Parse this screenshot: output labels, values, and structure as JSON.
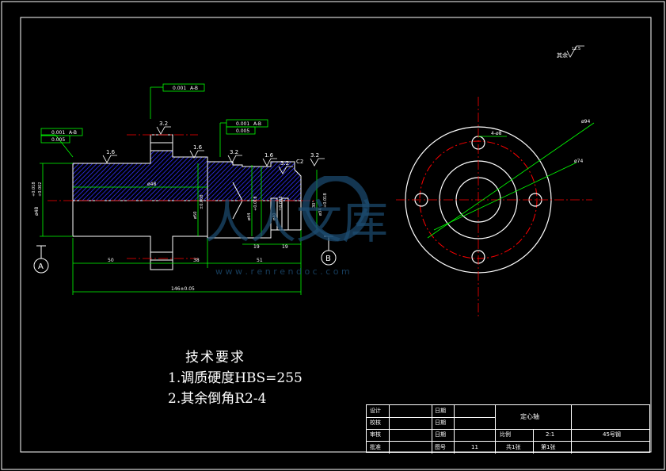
{
  "colors": {
    "background": "#000000",
    "outline": "#ffffff",
    "dimension": "#00ff00",
    "hatch": "#3030ff",
    "centerline": "#ff0000",
    "frame": "#ffffff"
  },
  "roughness": {
    "other": "其余",
    "other_value": "12.5",
    "r1": "1.6",
    "r2": "3.2",
    "r3": "1.6",
    "r4": "3.2",
    "r5": "1.6",
    "r6": "3.2",
    "r7": "3.2"
  },
  "tolerance_frames": {
    "f1_value": "0.001",
    "f1_datum": "A-B",
    "f2_value": "0.005",
    "f3_value": "0.001",
    "f3_datum": "A-B",
    "f4_value": "0.001",
    "f4_datum": "A-B",
    "f5_value": "0.005"
  },
  "dimensions": {
    "d_left": "ø48",
    "d_left_tol_upper": "+0.018",
    "d_left_tol_lower": "+0.002",
    "d_main": "ø48",
    "d_mid": "ø50",
    "d_mid_tol": "±0.008",
    "d_mid2": "ø44",
    "d_mid2_tol": "+0.018",
    "d_mid3": "ø40",
    "d_mid3_tol": "±0.008",
    "d_right": "ø34",
    "d_right_tol": "+0.018",
    "chamfer": "C2",
    "angle": "30°",
    "len_50": "50",
    "len_38": "38",
    "len_51": "51",
    "len_19": "19",
    "len_19b": "19",
    "len_total": "146±0.05",
    "d_94": "ø94",
    "d_74": "ø74",
    "holes": "4-ø8"
  },
  "datums": {
    "a": "A",
    "b": "B"
  },
  "tech_requirements": {
    "title": "技术要求",
    "item1": "1.调质硬度HBS=255",
    "item2": "2.其余倒角R2-4"
  },
  "title_block": {
    "design": "设计",
    "check": "校核",
    "review": "审核",
    "approve": "批准",
    "date1": "日期",
    "date2": "日期",
    "date3": "日期",
    "drawing_no_label": "图号",
    "drawing_no": "11",
    "part_name": "定心轴",
    "scale_label": "比例",
    "scale": "2:1",
    "material": "45号钢",
    "sheets_total": "共1张",
    "sheet_no": "第1张"
  },
  "watermark": {
    "text": "人人文库",
    "url": "w w w . r e n r e n d o c . c o m"
  }
}
